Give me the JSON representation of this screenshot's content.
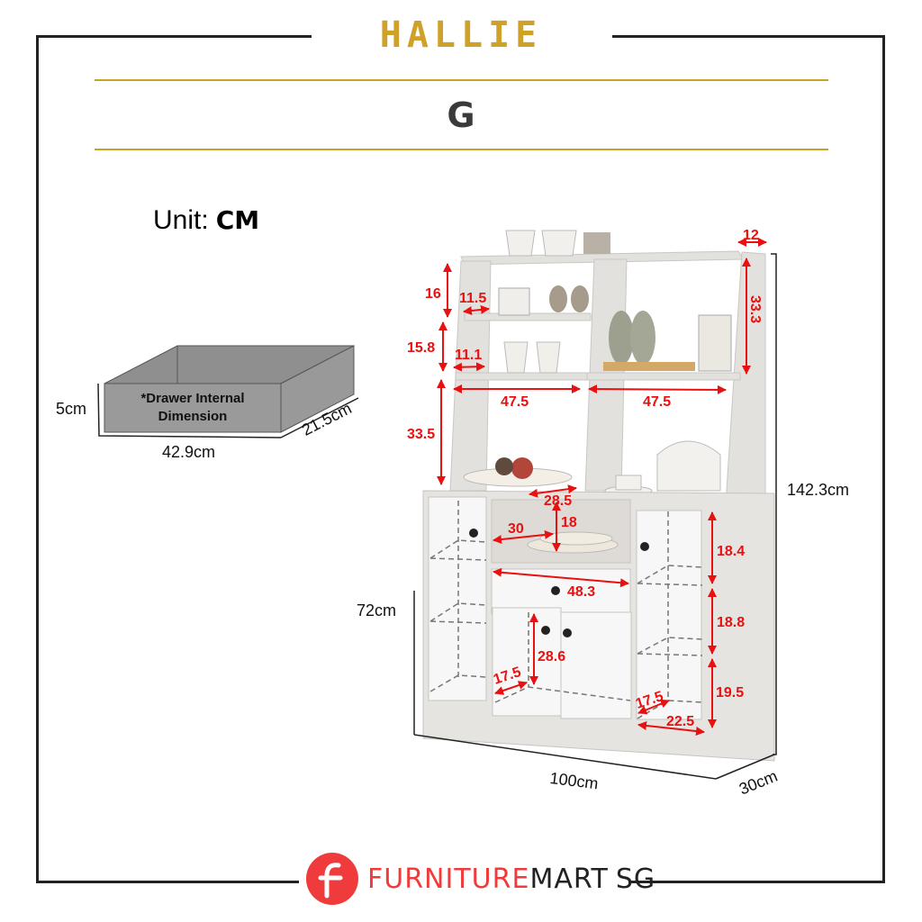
{
  "header": {
    "title": "HALLIE",
    "subtitle": "G"
  },
  "unit": {
    "label": "Unit:",
    "value": "CM"
  },
  "drawer_diagram": {
    "note_line1": "*Drawer Internal",
    "note_line2": "Dimension",
    "height": "5cm",
    "width": "42.9cm",
    "depth": "21.5cm"
  },
  "overall": {
    "height": "142.3cm",
    "base_height": "72cm",
    "width": "100cm",
    "depth": "30cm"
  },
  "dimensions": {
    "top_shelf_height": "16",
    "top_shelf_depth": "11.5",
    "mid_shelf_height": "15.8",
    "mid_shelf_depth": "11.1",
    "right_upper_height": "33.3",
    "side_depth_top": "12",
    "left_compartment_width": "47.5",
    "right_compartment_width": "47.5",
    "lower_open_height": "33.5",
    "counter_depth": "28.5",
    "open_shelf_height": "18",
    "open_shelf_width": "30",
    "drawer_width": "48.3",
    "lower_cabinet_height": "28.6",
    "lower_cabinet_depth": "17.5",
    "right_cab_upper": "18.4",
    "right_cab_mid": "18.8",
    "right_cab_lower": "19.5",
    "right_cab_depth": "17.5",
    "right_cab_width": "22.5"
  },
  "brand": {
    "part1": "FURNITURE",
    "part2": "MART",
    "part3": "SG",
    "accent_color": "#ef3b3b"
  },
  "colors": {
    "gold": "#cfa128",
    "dimension_red": "#e81010",
    "frame": "#222222"
  }
}
